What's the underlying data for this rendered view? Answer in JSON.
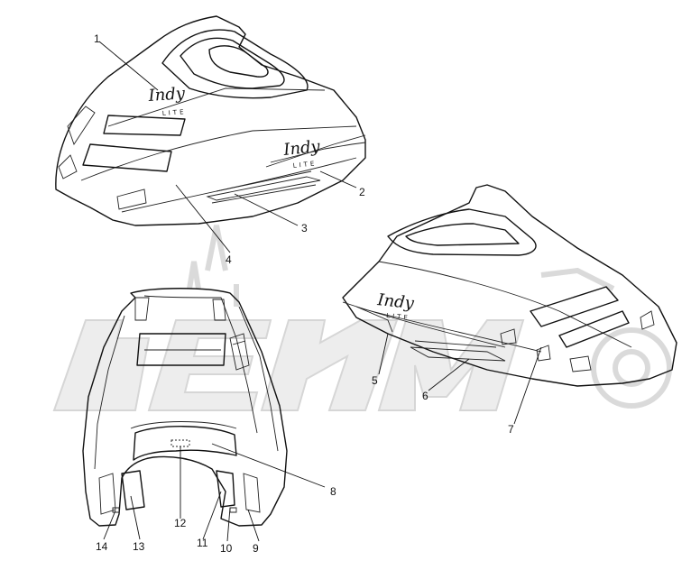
{
  "decal_script": "Indy",
  "decal_sub": "LITE",
  "callouts": [
    {
      "id": "1",
      "label": "1"
    },
    {
      "id": "2",
      "label": "2"
    },
    {
      "id": "3",
      "label": "3"
    },
    {
      "id": "4",
      "label": "4"
    },
    {
      "id": "5",
      "label": "5"
    },
    {
      "id": "6",
      "label": "6"
    },
    {
      "id": "7",
      "label": "7"
    },
    {
      "id": "8",
      "label": "8"
    },
    {
      "id": "9",
      "label": "9"
    },
    {
      "id": "10",
      "label": "10"
    },
    {
      "id": "11",
      "label": "11"
    },
    {
      "id": "12",
      "label": "12"
    },
    {
      "id": "13",
      "label": "13"
    },
    {
      "id": "14",
      "label": "14"
    }
  ],
  "colors": {
    "line": "#111111",
    "watermark": "#d7d7d7",
    "background": "#ffffff"
  }
}
